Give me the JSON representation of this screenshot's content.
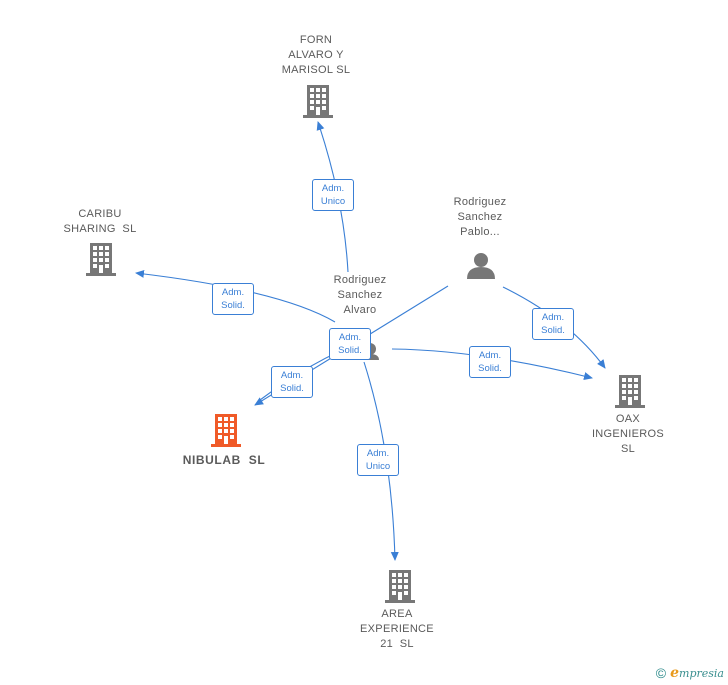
{
  "nodes": {
    "forn": {
      "label": [
        "FORN",
        "ALVARO Y",
        "MARISOL SL"
      ]
    },
    "caribu": {
      "label": [
        "CARIBU",
        "SHARING  SL"
      ]
    },
    "pablo": {
      "label": [
        "Rodriguez",
        "Sanchez",
        "Pablo..."
      ]
    },
    "alvaro": {
      "label": [
        "Rodriguez",
        "Sanchez",
        "Alvaro"
      ]
    },
    "nibulab": {
      "label": [
        "NIBULAB  SL"
      ]
    },
    "oax": {
      "label": [
        "OAX",
        "INGENIEROS",
        "SL"
      ]
    },
    "area": {
      "label": [
        "AREA",
        "EXPERIENCE",
        "21  SL"
      ]
    }
  },
  "edges": [
    {
      "id": "alvaro-forn",
      "label": [
        "Adm.",
        "Unico"
      ]
    },
    {
      "id": "alvaro-caribu",
      "label": [
        "Adm.",
        "Solid."
      ]
    },
    {
      "id": "pablo-nibulab",
      "label": [
        "Adm.",
        "Solid."
      ]
    },
    {
      "id": "alvaro-nibulab",
      "label": [
        "Adm.",
        "Solid."
      ]
    },
    {
      "id": "alvaro-oax",
      "label": [
        "Adm.",
        "Solid."
      ]
    },
    {
      "id": "pablo-oax",
      "label": [
        "Adm.",
        "Solid."
      ]
    },
    {
      "id": "alvaro-area",
      "label": [
        "Adm.",
        "Unico"
      ]
    }
  ],
  "colors": {
    "edge": "#3a7fd5",
    "building": "#777777",
    "focus_building": "#f05a28",
    "person": "#777777"
  },
  "footer": {
    "copyright": "©",
    "brand_initial": "e",
    "brand_rest": "mpresia"
  }
}
